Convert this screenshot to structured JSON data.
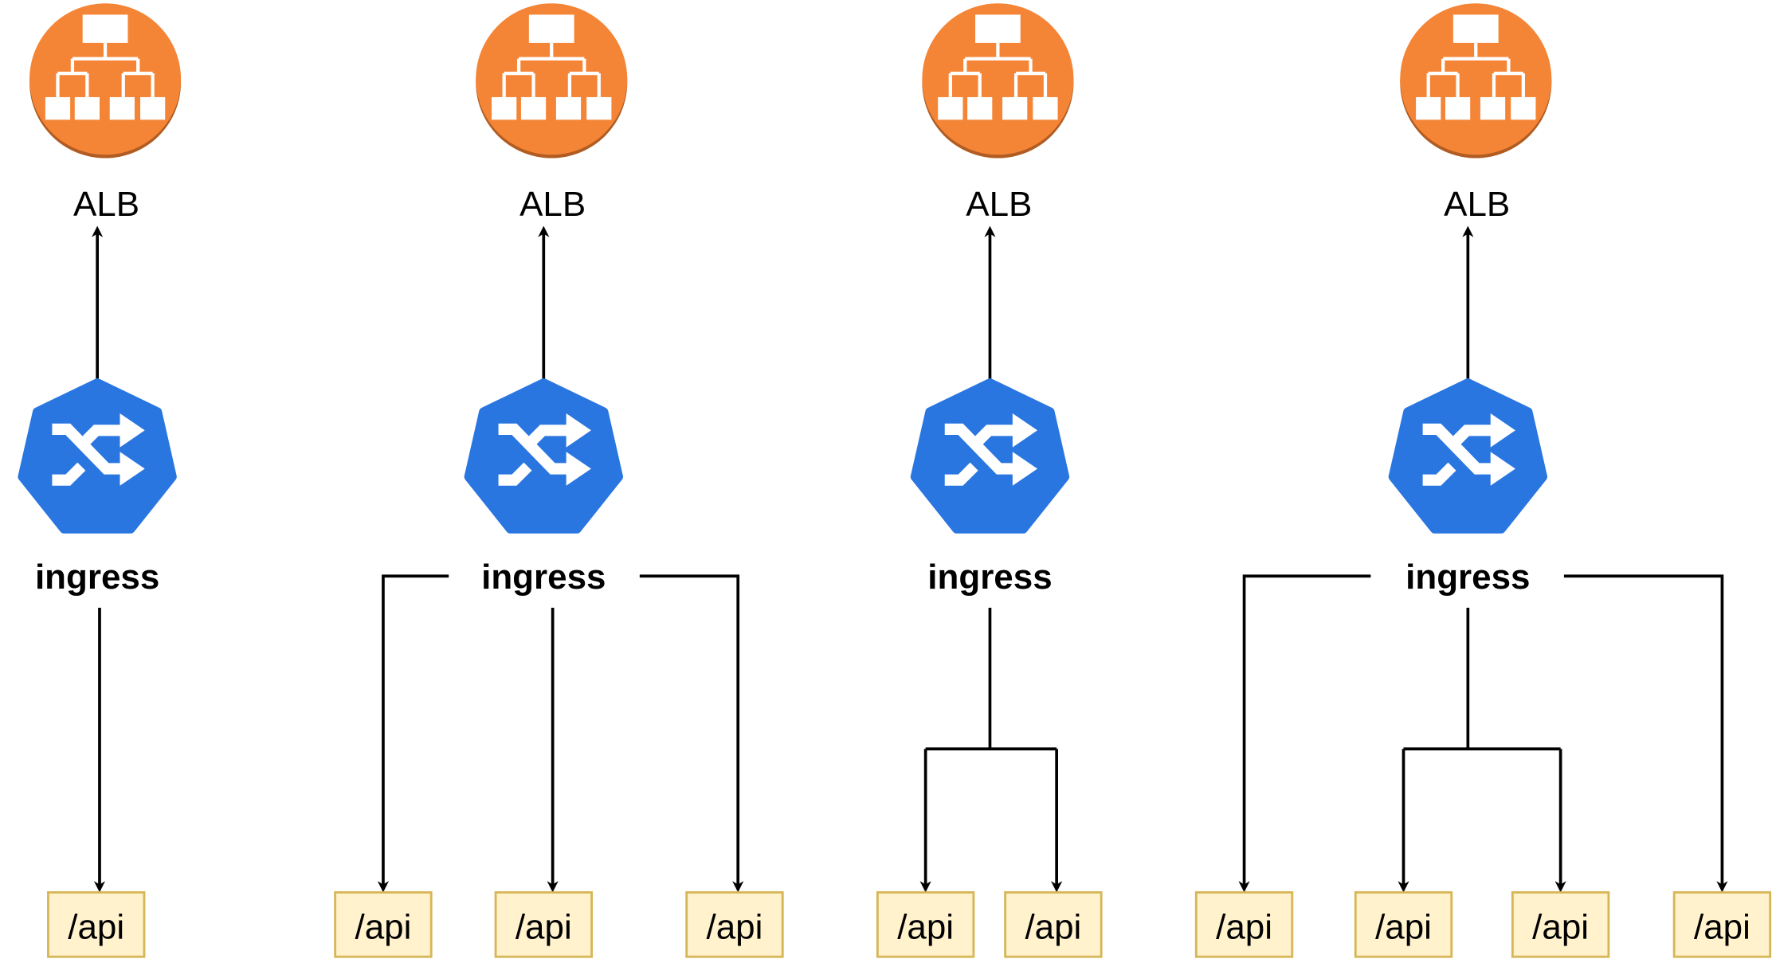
{
  "colors": {
    "alb_fill": "#f58536",
    "alb_shadow": "#b05c23",
    "ingress_fill": "#2a76e0",
    "api_fill": "#fff2cc",
    "api_stroke": "#d6b656"
  },
  "icons": {
    "alb": "load-balancer-icon",
    "ingress": "kubernetes-ingress-icon"
  },
  "columns": [
    {
      "alb_label": "ALB",
      "ingress_label": "ingress",
      "routing": "single",
      "apis": [
        "/api"
      ]
    },
    {
      "alb_label": "ALB",
      "ingress_label": "ingress",
      "routing": "three-way",
      "apis": [
        "/api",
        "/api",
        "/api"
      ]
    },
    {
      "alb_label": "ALB",
      "ingress_label": "ingress",
      "routing": "split-two",
      "apis": [
        "/api",
        "/api"
      ]
    },
    {
      "alb_label": "ALB",
      "ingress_label": "ingress",
      "routing": "outer-plus-split",
      "apis": [
        "/api",
        "/api",
        "/api",
        "/api"
      ]
    }
  ]
}
